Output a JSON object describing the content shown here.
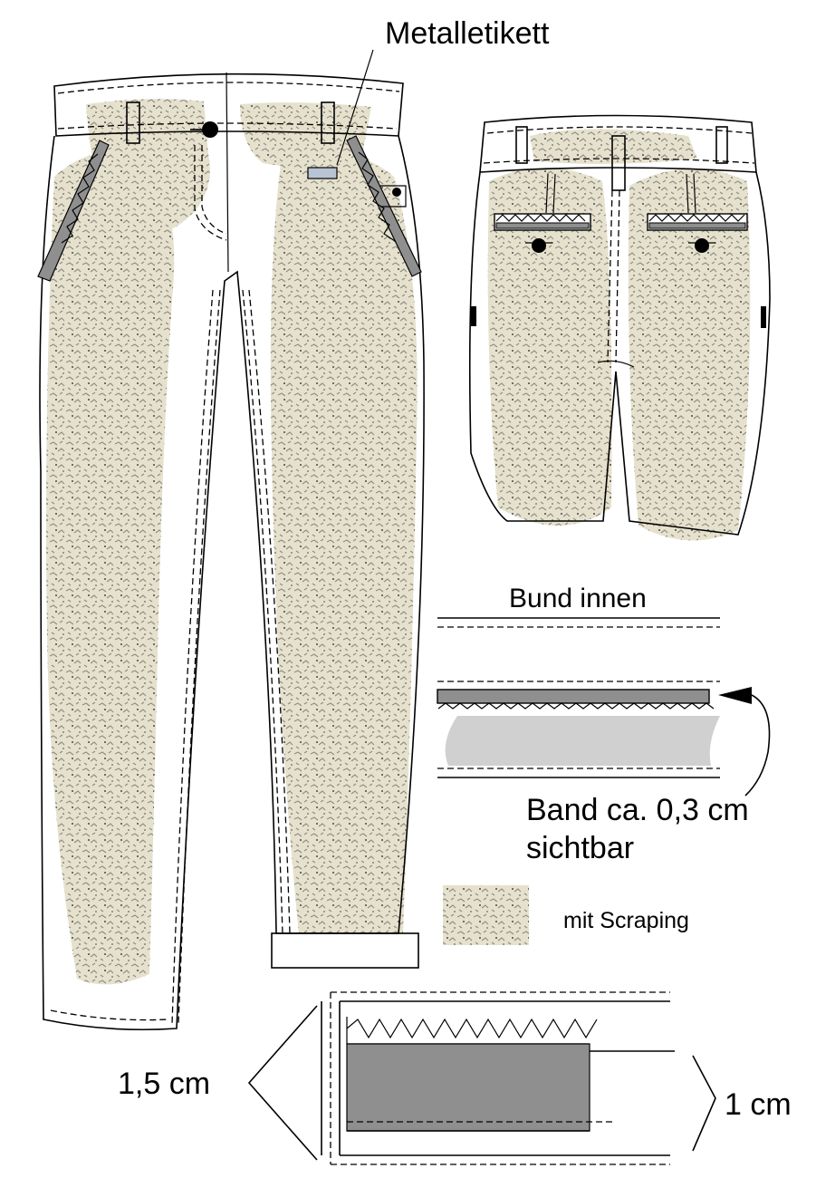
{
  "labels": {
    "metal_label": "Metalletikett",
    "waistband_inside": "Bund innen",
    "tape_visible_line1": "Band ca. 0,3 cm",
    "tape_visible_line2": "sichtbar",
    "legend_scraping": "mit Scraping",
    "dim_left": "1,5 cm",
    "dim_right": "1 cm"
  },
  "colors": {
    "line": "#000000",
    "scraping_fill": "#e6e1cc",
    "scraping_speckle": "#8c8c86",
    "tape_gray": "#8f8f8f",
    "lining_gray": "#d0d0d0",
    "label_plate": "#b8c4d4"
  },
  "icons": [
    "button-icon",
    "arrow-icon",
    "chevron-icon"
  ]
}
